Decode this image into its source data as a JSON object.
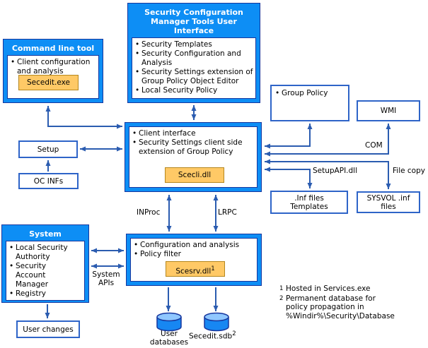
{
  "panels": {
    "command_line_tool": {
      "title": "Command line tool",
      "bullets": [
        "Client configuration and analysis"
      ],
      "chip": "Secedit.exe"
    },
    "scm_ui": {
      "title": "Security Configuration Manager Tools User Interface",
      "bullets": [
        "Security Templates",
        "Security Configuration and Analysis",
        "Security Settings extension of Group Policy Object Editor",
        "Local Security Policy"
      ]
    },
    "client_interface": {
      "bullets": [
        "Client interface",
        "Security Settings client side extension of Group Policy"
      ],
      "chip": "Scecli.dll"
    },
    "config_analysis": {
      "bullets": [
        "Configuration and analysis",
        "Policy filter"
      ],
      "chip": "Scesrv.dll",
      "chip_sup": "1"
    },
    "system": {
      "title": "System",
      "bullets": [
        "Local Security Authority",
        "Security Account Manager",
        "Registry"
      ]
    }
  },
  "boxes": {
    "group_policy": "Group Policy",
    "wmi": "WMI",
    "setup": "Setup",
    "oc_infs": "OC INFs",
    "inf_files": {
      "line1": ".Inf files",
      "line2": "Templates"
    },
    "sysvol": {
      "line1": "SYSVOL .inf",
      "line2": "files"
    },
    "user_changes": "User changes"
  },
  "labels": {
    "com": "COM",
    "setupapi": "SetupAPI.dll",
    "file_copy": "File copy",
    "inproc": "INProc",
    "lrpc": "LRPC",
    "system_apis_line1": "System",
    "system_apis_line2": "APIs",
    "user_db_line1": "User",
    "user_db_line2": "databases",
    "secedit_sdb": "Secedit.sdb",
    "secedit_sdb_sup": "2"
  },
  "footnotes": [
    {
      "sup": "1",
      "lines": [
        "Hosted in Services.exe",
        "",
        ""
      ]
    },
    {
      "sup": "2",
      "lines": [
        "Permanent database for",
        "policy propagation in",
        "%Windir%\\Security\\Database"
      ]
    }
  ],
  "colors": {
    "panel_blue": "#0d8ef5",
    "dark_outline": "#17379e",
    "arrow_blue": "#2b5cb0",
    "small_box_border": "#2e64c8",
    "chip_fill": "#ffc966",
    "chip_border": "#b5871e",
    "cylinder_body": "#1787f2",
    "cylinder_top": "#8fc7ff"
  }
}
